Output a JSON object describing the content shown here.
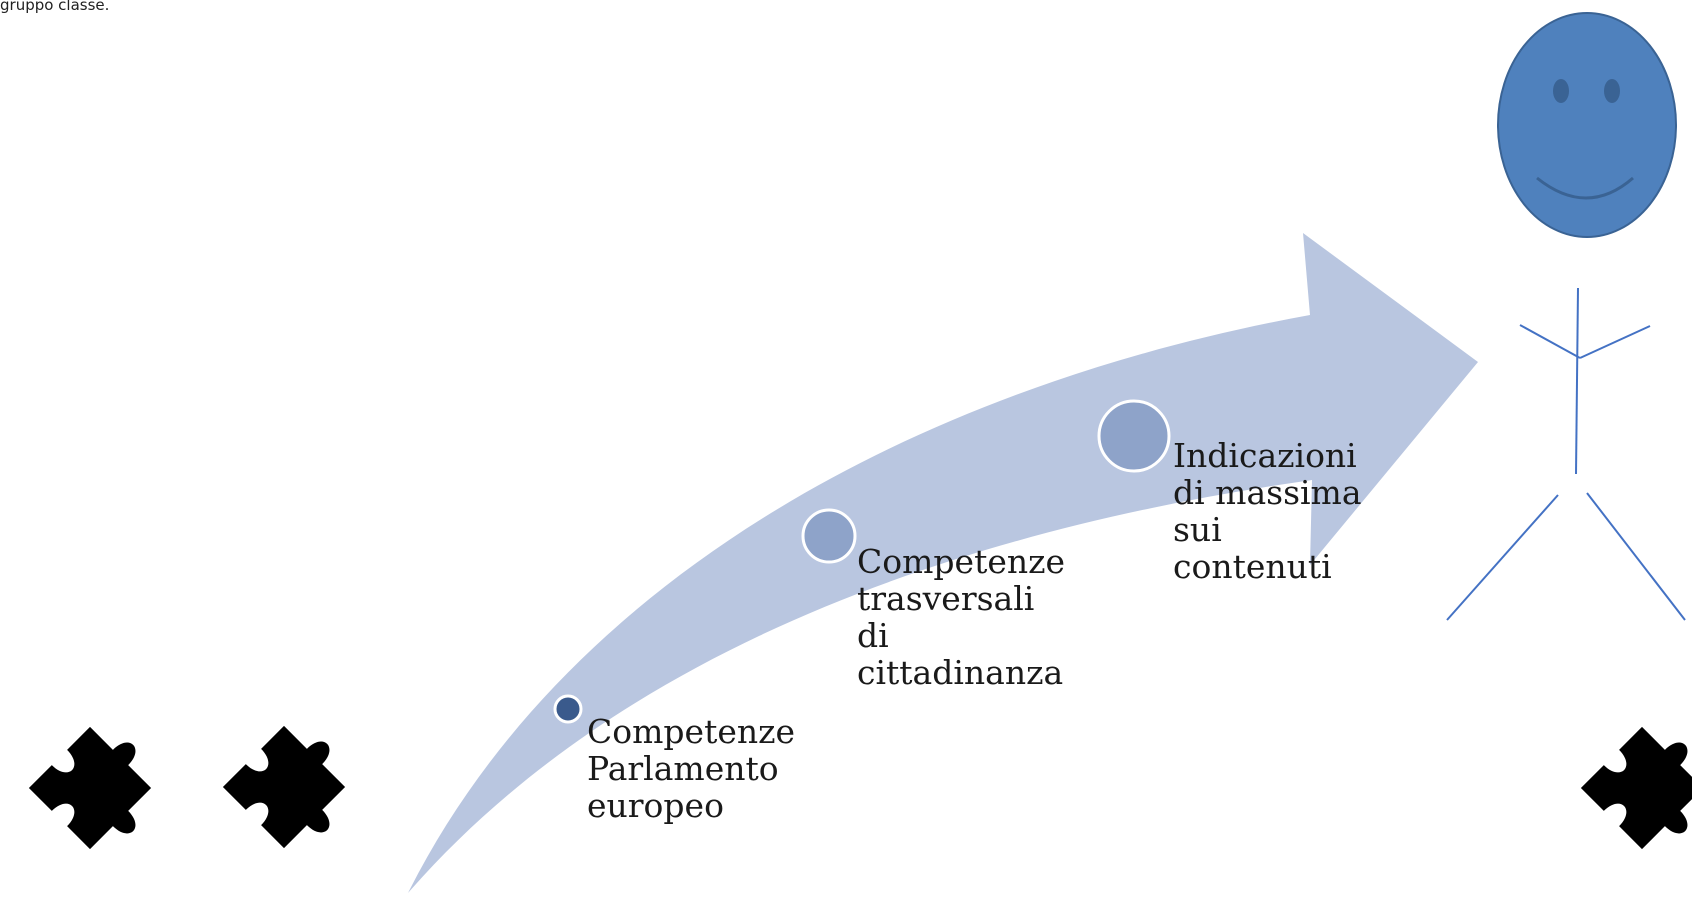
{
  "page": {
    "top_text": "gruppo classe."
  },
  "diagram": {
    "arrow_fill": "#b9c6e0",
    "steps": [
      {
        "label": "Competenze\nParlamento\neuropeo",
        "marker_color": "#3a5a8c"
      },
      {
        "label": "Competenze\ntrasversali\ndi\ncittadinanza",
        "marker_color": "#8ea3c9"
      },
      {
        "label": "Indicazioni\ndi massima\nsui\ncontenuti",
        "marker_color": "#8ea3c9"
      }
    ],
    "figure": {
      "icon": "stick-figure-smiley",
      "head_color": "#4f81bd",
      "line_color": "#4472c4"
    },
    "puzzle_icon": "puzzle-piece-icon"
  }
}
